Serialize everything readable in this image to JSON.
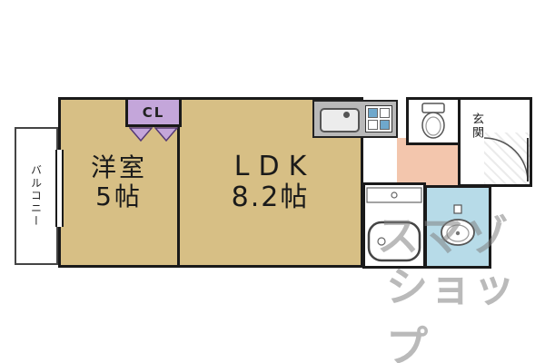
{
  "plan": {
    "balcony": {
      "label": "バルコニー"
    },
    "western_room": {
      "name": "洋室",
      "size": "5帖"
    },
    "closet": {
      "label": "CL"
    },
    "ldk": {
      "name": "LDK",
      "size": "8.2帖"
    },
    "entrance": {
      "label": "玄関"
    },
    "fixtures": {
      "kitchen_sink": "sink-icon",
      "stove": "stove-icon",
      "toilet": "toilet-icon",
      "bathtub": "bathtub-icon",
      "washbasin": "washbasin-icon",
      "entrance_door": "door-arc-icon",
      "closet_doors": "folding-door-triangles-icon",
      "window": "window-icon"
    },
    "watermark": {
      "line1": "スマゾ",
      "line2": "ショップ"
    },
    "colors": {
      "room_fill": "#d7bf85",
      "closet_fill": "#c4a6da",
      "washroom_fill": "#b7dbe8",
      "hall_fill": "#f3c6ad",
      "counter_fill": "#b9b9b9",
      "stove_blue": "#6fa8cc",
      "wall": "#1a1a1a",
      "watermark_gray": "#828282"
    }
  }
}
